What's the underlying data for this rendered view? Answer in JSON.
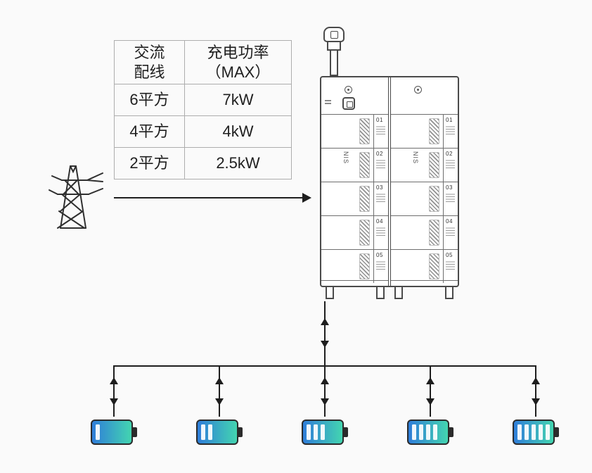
{
  "colors": {
    "background": "#fafafa",
    "line": "#1e1e1e",
    "cabinet_outline": "#4a4a4a",
    "battery_gradient_start": "#2f7dd9",
    "battery_gradient_end": "#43d5b0",
    "table_border": "#adadad"
  },
  "table": {
    "headers": [
      {
        "lines": [
          "交流",
          "配线"
        ]
      },
      {
        "lines": [
          "充电功率",
          "（MAX）"
        ]
      }
    ],
    "rows": [
      {
        "spec": "6平方",
        "power": "7kW"
      },
      {
        "spec": "4平方",
        "power": "4kW"
      },
      {
        "spec": "2平方",
        "power": "2.5kW"
      }
    ]
  },
  "cabinet": {
    "slot_labels": [
      "01",
      "02",
      "03",
      "04",
      "05"
    ],
    "side_text": "NIS"
  },
  "batteries": {
    "levels": [
      1,
      2,
      3,
      4,
      5
    ]
  },
  "icons": {
    "tower": "transmission-tower-icon",
    "connector": "charging-connector-icon",
    "logo": "brand-logo-icon",
    "vent": "vent-grille-icon",
    "battery": "battery-icon"
  }
}
